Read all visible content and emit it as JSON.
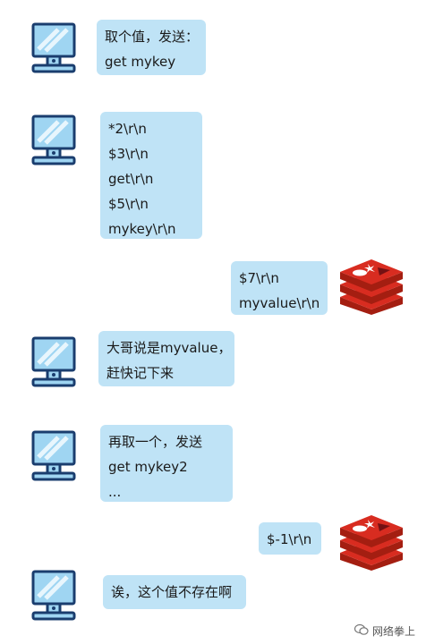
{
  "conversation": [
    {
      "lines": [
        "取个值，发送：",
        "get mykey"
      ]
    },
    {
      "lines": [
        "*2\\r\\n",
        "$3\\r\\n",
        "get\\r\\n",
        "$5\\r\\n",
        "mykey\\r\\n"
      ]
    },
    {
      "lines": [
        "$7\\r\\n",
        "myvalue\\r\\n"
      ]
    },
    {
      "lines": [
        "大哥说是myvalue，",
        "赶快记下来"
      ]
    },
    {
      "lines": [
        "再取一个，发送",
        "get mykey2",
        "..."
      ]
    },
    {
      "lines": [
        "$-1\\r\\n"
      ]
    },
    {
      "lines": [
        "诶，这个值不存在啊"
      ]
    }
  ],
  "watermark": {
    "text": "网络拳上"
  },
  "colors": {
    "bubble": "#bfe3f6",
    "redis": "#d82c20",
    "monitor": "#1a3d6e"
  }
}
